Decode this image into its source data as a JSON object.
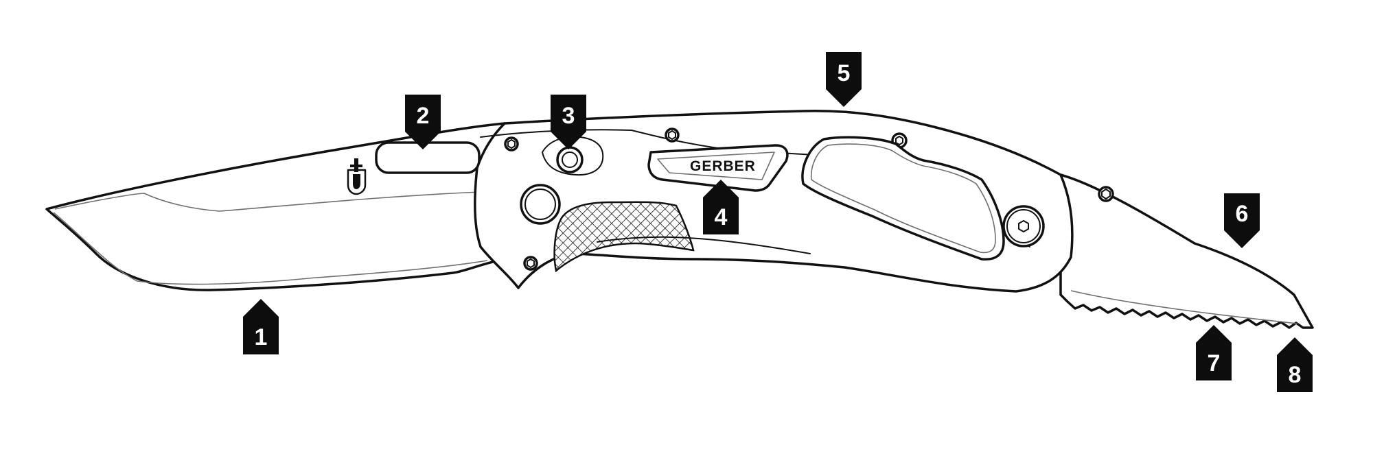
{
  "brand": {
    "text": "GERBER",
    "logo": "gerber-trident-logo"
  },
  "callouts": [
    {
      "label": "1",
      "direction": "up"
    },
    {
      "label": "2",
      "direction": "down"
    },
    {
      "label": "3",
      "direction": "down"
    },
    {
      "label": "4",
      "direction": "up"
    },
    {
      "label": "5",
      "direction": "down"
    },
    {
      "label": "6",
      "direction": "down"
    },
    {
      "label": "7",
      "direction": "up"
    },
    {
      "label": "8",
      "direction": "up"
    }
  ],
  "colors": {
    "ink": "#111111",
    "callout": "#0d0d0d",
    "callout_text": "#ffffff",
    "background": "#ffffff"
  },
  "knives": [
    {
      "blade": "plain-edge-clip-point",
      "features": [
        "thumb-slot",
        "thumb-stud",
        "pivot",
        "textured-grip-inlay",
        "branded-inlay"
      ]
    },
    {
      "blade": "serrated-edge",
      "features": [
        "thumb-stud",
        "serrations"
      ]
    }
  ]
}
